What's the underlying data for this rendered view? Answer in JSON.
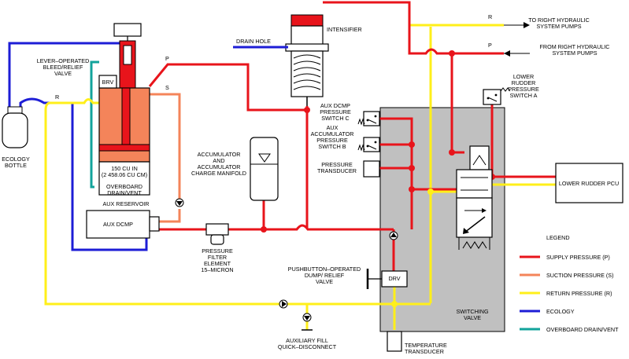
{
  "labels": {
    "to_right_pumps": "TO RIGHT HYDRAULIC\nSYSTEM PUMPS",
    "from_right_pumps": "FROM RIGHT HYDRAULIC\nSYSTEM PUMPS",
    "r_top": "R",
    "p_top": "P",
    "intensifier": "INTENSIFIER",
    "drain_hole": "DRAIN HOLE",
    "lower_rudder_switch": "LOWER\nRUDDER\nPRESSURE\nSWITCH A",
    "lever_valve": "LEVER–OPERATED\nBLEED/RELIEF\nVALVE",
    "brv": "BRV",
    "p_mid": "P",
    "s_mid": "S",
    "r_mid": "R",
    "ecology_bottle": "ECOLOGY\nBOTTLE",
    "reservoir_capacity": "150 CU IN\n(2 458.06 CU CM)",
    "overboard_drain": "OVERBOARD\nDRAIN/VENT",
    "aux_reservoir": "AUX RESERVOIR",
    "aux_dcmp": "AUX DCMP",
    "accumulator": "ACCUMULATOR\nAND\nACCUMULATOR\nCHARGE MANIFOLD",
    "pressure_filter": "PRESSURE\nFILTER\nELEMENT\n15–MICRON",
    "switch_c": "AUX DCMP\nPRESSURE\nSWITCH C",
    "switch_b": "AUX\nACCUMULATOR\nPRESSURE\nSWITCH B",
    "pressure_transducer": "PRESSURE\nTRANSDUCER",
    "drv": "DRV",
    "pushbutton_valve": "PUSHBUTTON–OPERATED\nDUMP/ RELIEF\nVALVE",
    "switching_valve": "SWITCHING\nVALVE",
    "temperature_transducer": "TEMPERATURE\nTRANSDUCER",
    "aux_fill": "AUXILIARY FILL\nQUICK–DISCONNECT",
    "lower_rudder_pcu": "LOWER RUDDER PCU"
  },
  "legend": {
    "title": "LEGEND",
    "items": [
      {
        "label": "SUPPLY PRESSURE (P)",
        "color": "#e8141b"
      },
      {
        "label": "SUCTION PRESSURE (S)",
        "color": "#f4845a"
      },
      {
        "label": "RETURN PRESSURE (R)",
        "color": "#ffef1a"
      },
      {
        "label": "ECOLOGY",
        "color": "#1d1dd6"
      },
      {
        "label": "OVERBOARD DRAIN/VENT",
        "color": "#12a39b"
      }
    ]
  },
  "colors": {
    "supply": "#e8141b",
    "suction": "#f4845a",
    "return": "#ffef1a",
    "ecology": "#1d1dd6",
    "overboard": "#12a39b",
    "switching_valve_body": "#c0c0c0",
    "reservoir_fluid": "#f4845a"
  }
}
